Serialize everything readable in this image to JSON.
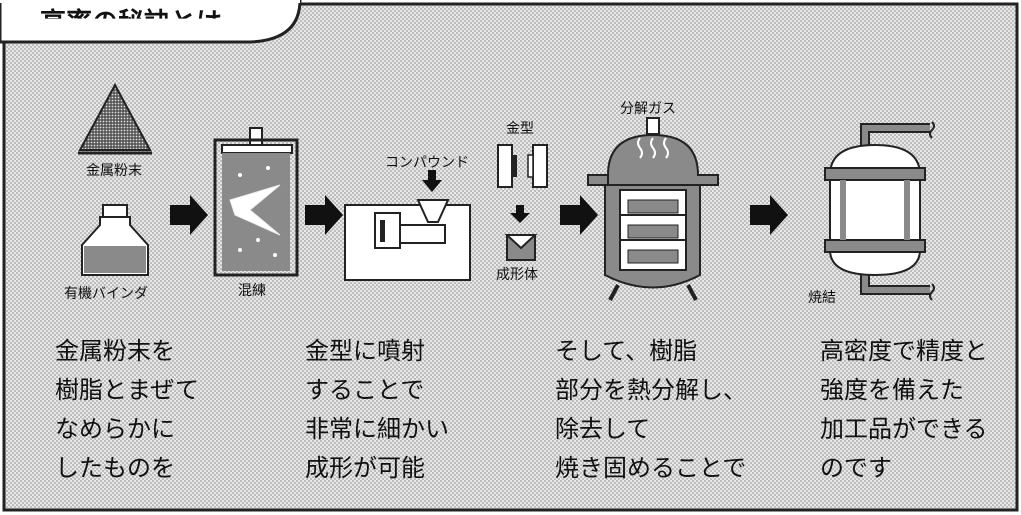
{
  "header_bubble": "高率の秘訣とは",
  "labels": {
    "metal_powder": "金属粉末",
    "organic_binder": "有機バインダ",
    "kneading": "混練",
    "compound": "コンパウンド",
    "mold": "金型",
    "molded_body": "成形体",
    "decomposition_gas": "分解ガス",
    "sintering": "焼結"
  },
  "descriptions": [
    {
      "lines": [
        "金属粉末を",
        "樹脂とまぜて",
        "なめらかに",
        "したものを"
      ]
    },
    {
      "lines": [
        "金型に噴射",
        "することで",
        "非常に細かい",
        "成形が可能"
      ]
    },
    {
      "lines": [
        "そして、樹脂",
        "部分を熱分解し、",
        "除去して",
        "焼き固めることで"
      ]
    },
    {
      "lines": [
        "高密度で精度と",
        "強度を備えた",
        "加工品ができる",
        "のです"
      ]
    }
  ],
  "colors": {
    "pattern": "#d9d9d9",
    "ink": "#222222",
    "gray": "#8a8a8a",
    "light": "#ffffff"
  }
}
